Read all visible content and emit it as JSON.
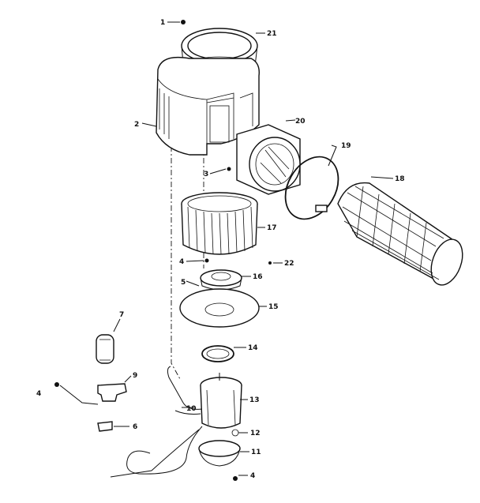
{
  "callouts": {
    "c1": "1",
    "c21": "21",
    "c2": "2",
    "c20": "20",
    "c19": "19",
    "c18": "18",
    "c3": "3",
    "c17": "17",
    "c4a": "4",
    "c22": "22",
    "c5": "5",
    "c16": "16",
    "c15": "15",
    "c7": "7",
    "c14": "14",
    "c9": "9",
    "c4b": "4",
    "c13": "13",
    "c10": "10",
    "c6": "6",
    "c12": "12",
    "c11": "11",
    "c4c": "4"
  }
}
